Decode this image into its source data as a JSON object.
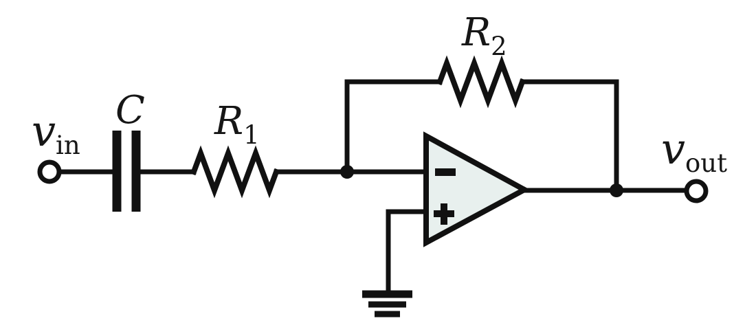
{
  "diagram": {
    "kind": "opamp-highpass-filter-circuit",
    "labels": {
      "input": {
        "base": "v",
        "sub": "in"
      },
      "capacitor": "C",
      "r1": {
        "base": "R",
        "sub": "1"
      },
      "r2": {
        "base": "R",
        "sub": "2"
      },
      "output": {
        "base": "v",
        "sub": "out"
      },
      "opamp": {
        "inverting": "−",
        "noninverting": "+"
      }
    },
    "colors": {
      "wire": "#111111",
      "opamp_fill": "#e8f0ee",
      "terminal_fill": "#ffffff",
      "background": "#ffffff",
      "label": "#161616"
    }
  }
}
